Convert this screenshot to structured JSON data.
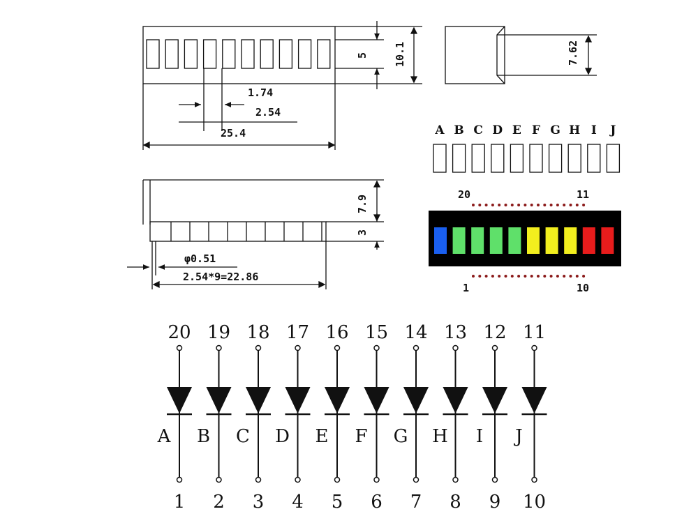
{
  "top_view": {
    "dims": {
      "pitch_inner": "1.74",
      "pitch": "2.54",
      "length": "25.4",
      "seg_h": "5",
      "height": "10.1"
    }
  },
  "side_view": {
    "dims": {
      "width": "7.62"
    }
  },
  "front_view": {
    "dims": {
      "body_h": "7.9",
      "pin_len": "3",
      "pin_dia": "φ0.51",
      "pin_span": "2.54*9=22.86"
    }
  },
  "segment_letters": [
    "A",
    "B",
    "C",
    "D",
    "E",
    "F",
    "G",
    "H",
    "I",
    "J"
  ],
  "led_bar": {
    "pin_top_left": "20",
    "pin_top_right": "11",
    "pin_bottom_left": "1",
    "pin_bottom_right": "10",
    "segment_colors": [
      "#1a5ff0",
      "#5fe06a",
      "#5fe06a",
      "#5fe06a",
      "#5fe06a",
      "#f2ee1e",
      "#f2ee1e",
      "#f2ee1e",
      "#e81c1c",
      "#e81c1c"
    ],
    "background": "#000000",
    "dot_color": "#8b1a1a"
  },
  "schematic": {
    "anodes": [
      "20",
      "19",
      "18",
      "17",
      "16",
      "15",
      "14",
      "13",
      "12",
      "11"
    ],
    "letters": [
      "A",
      "B",
      "C",
      "D",
      "E",
      "F",
      "G",
      "H",
      "I",
      "J"
    ],
    "cathodes": [
      "1",
      "2",
      "3",
      "4",
      "5",
      "6",
      "7",
      "8",
      "9",
      "10"
    ]
  }
}
